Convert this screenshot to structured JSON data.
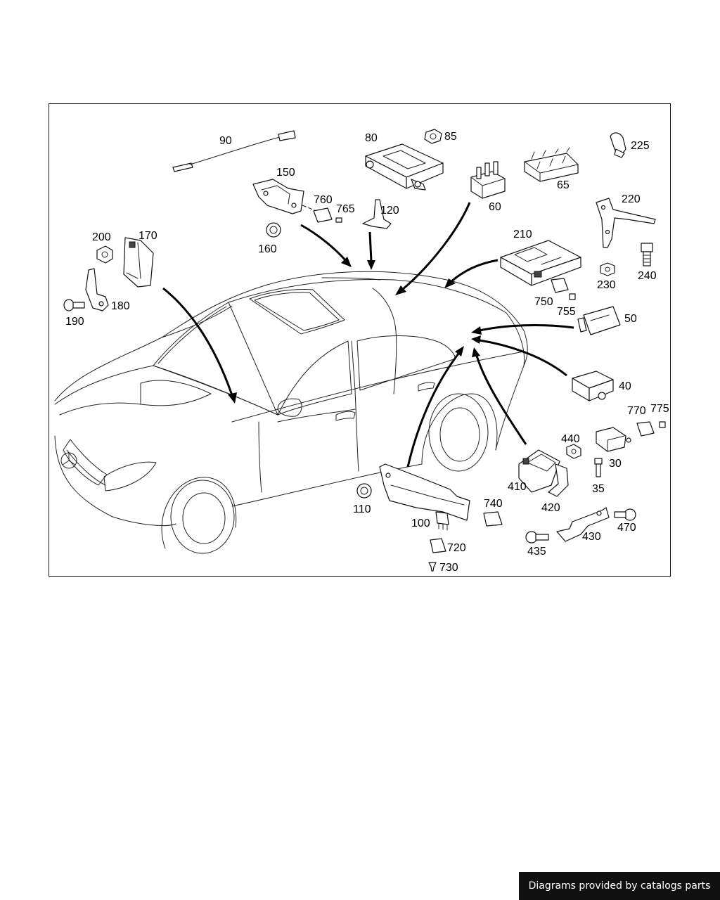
{
  "footer": {
    "credit": "Diagrams provided by catalogs parts"
  },
  "labels": {
    "p90": "90",
    "p80": "80",
    "p85": "85",
    "p225": "225",
    "p150": "150",
    "p760": "760",
    "p765": "765",
    "p120": "120",
    "p60": "60",
    "p65": "65",
    "p220": "220",
    "p160": "160",
    "p200": "200",
    "p170": "170",
    "p210": "210",
    "p240": "240",
    "p230": "230",
    "p180": "180",
    "p190": "190",
    "p750": "750",
    "p755": "755",
    "p50": "50",
    "p40": "40",
    "p770": "770",
    "p775": "775",
    "p440": "440",
    "p30": "30",
    "p35": "35",
    "p410": "410",
    "p420": "420",
    "p110": "110",
    "p740": "740",
    "p100": "100",
    "p720": "720",
    "p730": "730",
    "p435": "435",
    "p430": "430",
    "p470": "470"
  }
}
